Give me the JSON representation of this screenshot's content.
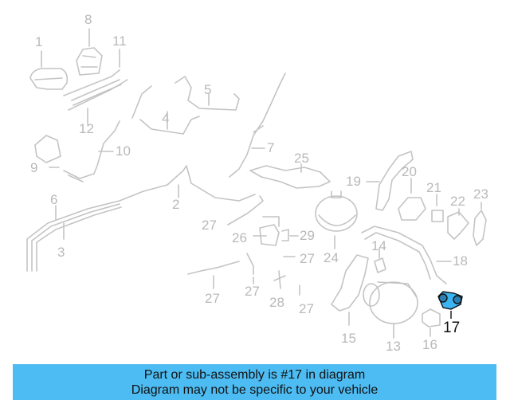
{
  "diagram": {
    "labels": [
      "1",
      "2",
      "3",
      "4",
      "5",
      "6",
      "7",
      "8",
      "9",
      "10",
      "11",
      "12",
      "13",
      "14",
      "15",
      "16",
      "17",
      "18",
      "19",
      "20",
      "21",
      "22",
      "23",
      "24",
      "25",
      "26",
      "27",
      "28",
      "29"
    ],
    "repeat_label": "27",
    "highlight_label": "17",
    "line_color": "#c4c4c4",
    "highlight_color": "#3bb4f2"
  },
  "banner": {
    "line1": "Part or sub-assembly is #17 in diagram",
    "line2": "Diagram may not be specific to your vehicle",
    "color": "#4dbcf2"
  }
}
